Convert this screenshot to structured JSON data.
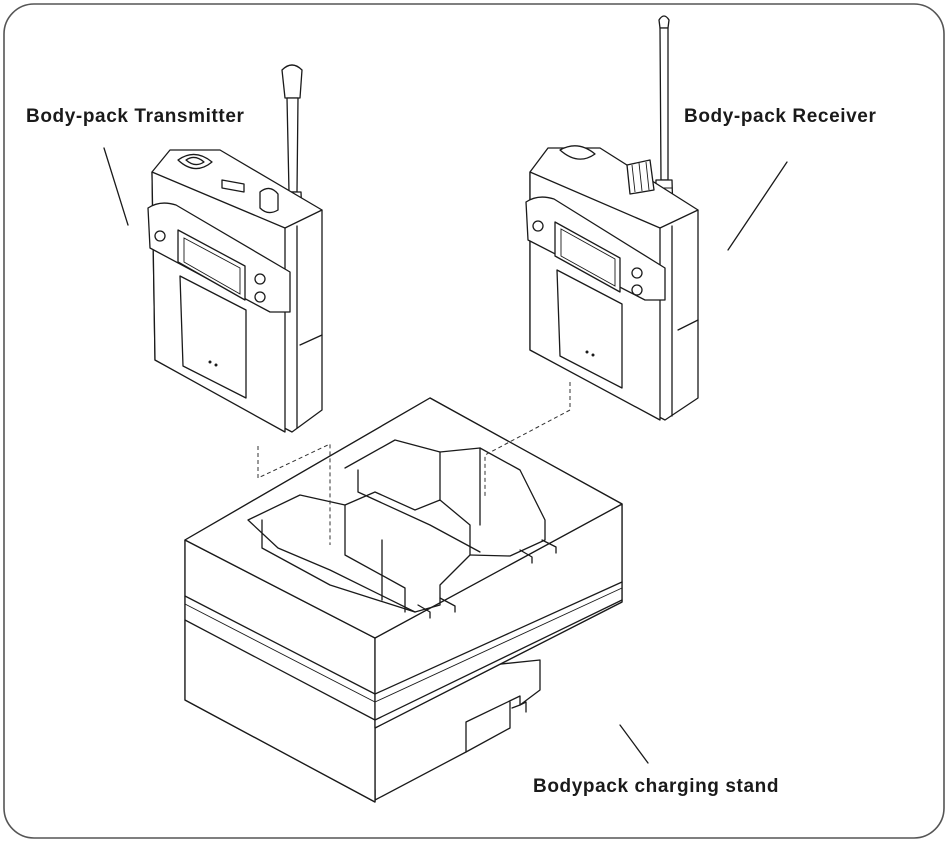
{
  "labels": {
    "transmitter": "Body-pack Transmitter",
    "receiver": "Body-pack Receiver",
    "charging_stand": "Bodypack charging stand"
  },
  "colors": {
    "line": "#1a1a1a",
    "background": "#ffffff",
    "frame": "#555555"
  },
  "icons": {
    "transmitter": "bodypack-transmitter-illustration",
    "receiver": "bodypack-receiver-illustration",
    "stand": "charging-stand-illustration"
  }
}
